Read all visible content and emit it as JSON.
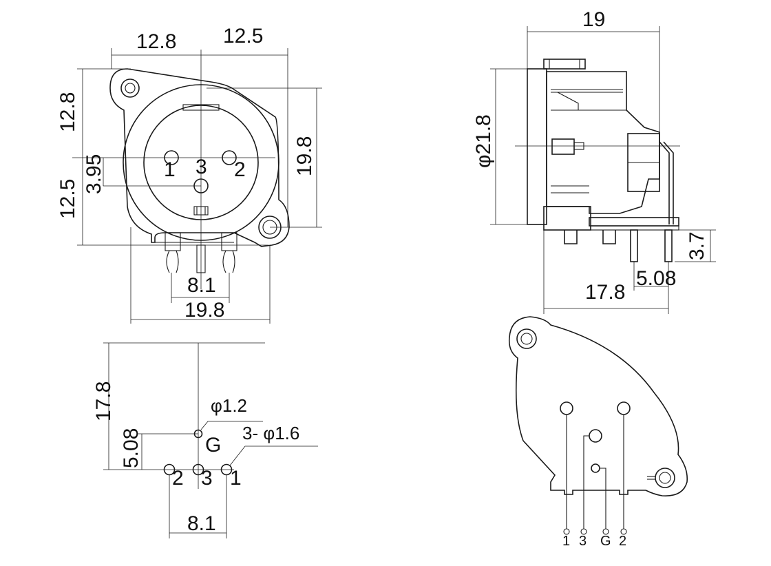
{
  "front_view": {
    "dim_top_left": "12.8",
    "dim_top_right": "12.5",
    "dim_left_upper": "12.8",
    "dim_left_lower": "12.5",
    "dim_pin_offset": "3.95",
    "dim_right_height": "19.8",
    "dim_pin_spacing": "8.1",
    "dim_bottom_width": "19.8",
    "pin_1": "1",
    "pin_2": "2",
    "pin_3": "3"
  },
  "side_view": {
    "dim_depth": "19",
    "dim_diameter": "φ21.8",
    "dim_pin_length": "3.7",
    "dim_pin_pitch": "5.08",
    "dim_footprint": "17.8"
  },
  "pcb_layout": {
    "dim_height": "17.8",
    "dim_ground_offset": "5.08",
    "dim_ground_hole": "φ1.2",
    "dim_signal_holes": "3- φ1.6",
    "label_ground": "G",
    "label_pin_2": "2",
    "label_pin_3": "3",
    "label_pin_1": "1",
    "dim_pin_spacing": "8.1"
  },
  "rear_view": {
    "pin_1": "1",
    "pin_3": "3",
    "pin_g": "G",
    "pin_2": "2"
  }
}
